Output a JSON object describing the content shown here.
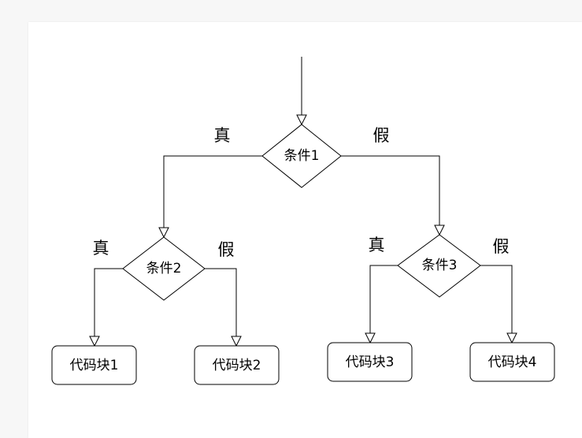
{
  "diagram": {
    "nodes": {
      "condition1": "条件1",
      "condition2": "条件2",
      "condition3": "条件3",
      "block1": "代码块1",
      "block2": "代码块2",
      "block3": "代码块3",
      "block4": "代码块4"
    },
    "branch_labels": {
      "c1_true": "真",
      "c1_false": "假",
      "c2_true": "真",
      "c2_false": "假",
      "c3_true": "真",
      "c3_false": "假"
    }
  }
}
